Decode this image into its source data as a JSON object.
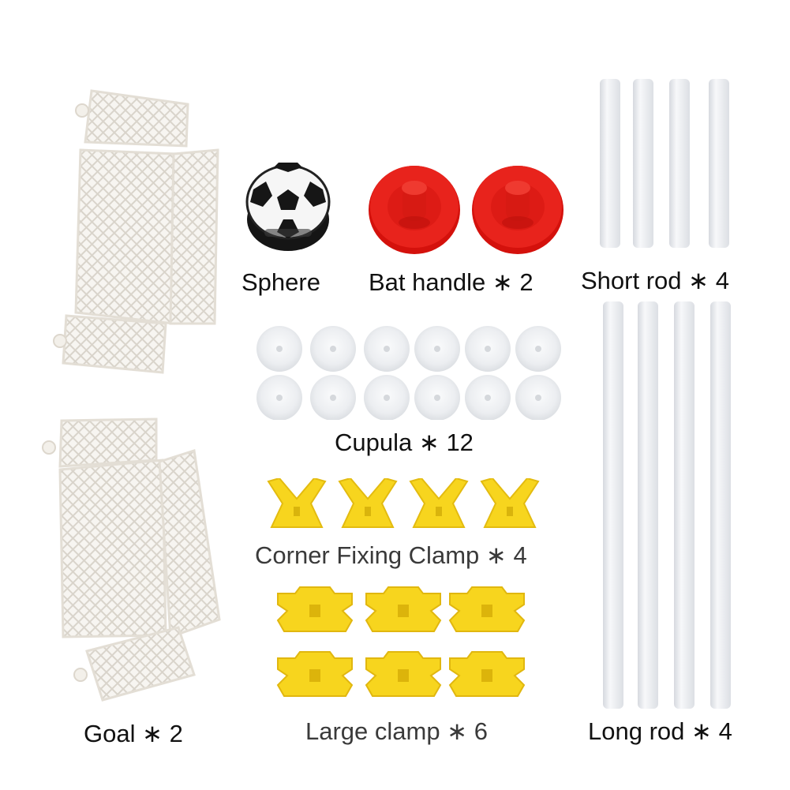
{
  "labels": {
    "sphere": "Sphere",
    "bat_handle": "Bat handle ∗ 2",
    "short_rod": "Short rod ∗ 4",
    "cupula": "Cupula ∗ 12",
    "corner_clamp": "Corner Fixing Clamp ∗ 4",
    "large_clamp": "Large clamp ∗ 6",
    "goal": "Goal ∗ 2",
    "long_rod": "Long rod ∗ 4"
  },
  "colors": {
    "background": "#ffffff",
    "net": "#f4f2ee",
    "net_line": "#d8d4cc",
    "bat_red": "#e0140f",
    "clamp_yellow": "#f7d51e",
    "rod": "#eceef2",
    "cupula": "#f1f2f4",
    "sphere_dark": "#151515"
  },
  "icons": {
    "goal": "goal-net-icon",
    "sphere": "soccer-hover-ball-icon",
    "bat": "bat-handle-icon",
    "rod": "rod-icon",
    "cupula": "suction-cup-icon",
    "corner_clamp": "corner-clamp-icon",
    "large_clamp": "large-clamp-icon"
  }
}
